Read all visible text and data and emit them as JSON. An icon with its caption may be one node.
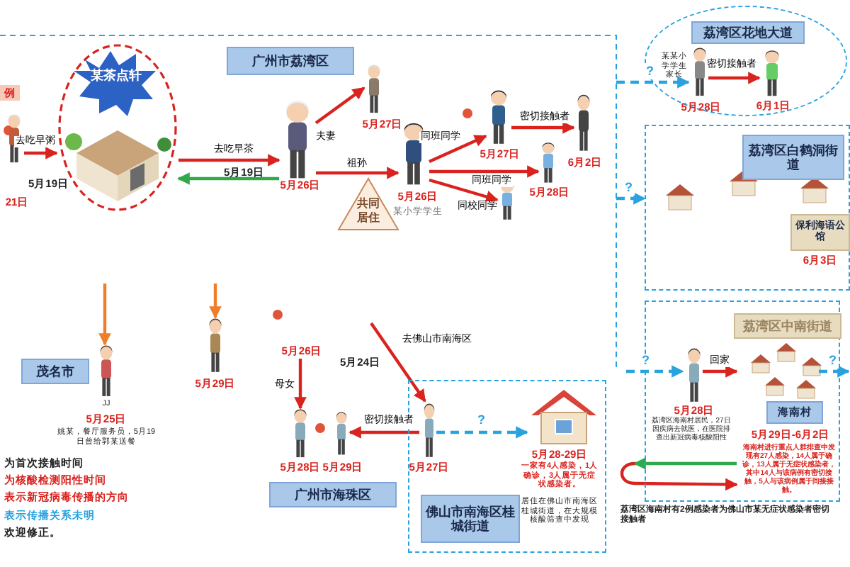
{
  "diagram": {
    "nodes": [
      {
        "text": [
          "广州市荔湾区"
        ]
      },
      {
        "text": [
          "某茶点轩"
        ]
      },
      {
        "text": [],
        "shape": "person",
        "beside": [
          "21日"
        ]
      },
      {
        "text": [],
        "shape": "person",
        "beside": [
          "5月26日"
        ]
      },
      {
        "text": [],
        "shape": "person",
        "beside": [
          "5月27日"
        ]
      },
      {
        "text": [],
        "shape": "person",
        "beside": [
          "5月26日",
          "某小学学生"
        ]
      },
      {
        "text": [],
        "shape": "person",
        "beside": [
          "5月27日"
        ]
      },
      {
        "text": [],
        "shape": "person",
        "beside": [
          "6月2日"
        ]
      },
      {
        "text": [],
        "shape": "person",
        "beside": [
          "5月28日"
        ]
      },
      {
        "text": [],
        "shape": "person"
      },
      {
        "text": [
          "共同居住"
        ]
      },
      {
        "text": [],
        "shape": "ellipse"
      },
      {
        "text": [],
        "shape": "person",
        "in": 11,
        "beside": [
          "某某小学学生家长",
          "5月28日"
        ]
      },
      {
        "text": [],
        "shape": "person",
        "in": 11,
        "beside": [
          "6月1日"
        ]
      },
      {
        "text": [
          "荔湾区白鹤洞街道"
        ]
      },
      {
        "text": [
          "保利海语公馆"
        ],
        "in": 14,
        "beside": [
          "6月3日"
        ]
      },
      {
        "text": [
          "荔湾区中南街道"
        ]
      },
      {
        "text": [],
        "shape": "person",
        "in": 16,
        "beside": [
          "5月28日",
          "荔湾区海南村居民，27日因疾病去就医，在医院排查出新冠病毒核酸阳性"
        ]
      },
      {
        "text": [
          "海南村"
        ],
        "in": 16,
        "beside": [
          "5月29日-6月2日",
          "海南村进行重点人群排查中发现有27人感染，14人属于确诊，13人属于无症状感染者，其中14人与该病例有密切接触，5人与该病例属于间接接触。"
        ]
      },
      {
        "text": [
          "茂名市"
        ]
      },
      {
        "text": [],
        "shape": "person",
        "beside": [
          "JJ",
          "5月25日",
          "姚某，餐厅服务员，5月19日曾给郭某送餐"
        ]
      },
      {
        "text": [],
        "shape": "person",
        "beside": [
          "5月29日"
        ]
      },
      {
        "text": [
          "广州市海珠区"
        ]
      },
      {
        "text": [],
        "shape": "person",
        "beside": [
          "5月28日"
        ]
      },
      {
        "text": [],
        "shape": "person",
        "beside": [
          "5月29日"
        ]
      },
      {
        "text": [
          "佛山市南海区桂城街道"
        ]
      },
      {
        "text": [],
        "shape": "person",
        "in": 25,
        "beside": [
          "5月27日"
        ]
      },
      {
        "text": [],
        "shape": "house",
        "in": 25,
        "beside": [
          "5月28-29日",
          "一家有4人感染，1人确诊，3人属于无症状感染者。",
          "居住在佛山市南海区桂城街道，在大规模核酸筛查中发现"
        ]
      },
      {
        "text": [
          "5月26日"
        ]
      },
      {
        "text": [
          "荔湾区花地大道"
        ],
        "in": 11
      }
    ],
    "edges": [
      {
        "from": 2,
        "to": 1,
        "arrow": "to",
        "label": "去吃早粥"
      },
      {
        "from": 1,
        "to": 3,
        "arrow": "to",
        "label": "去吃早茶"
      },
      {
        "from": 3,
        "to": 1,
        "arrow": "to",
        "color": "#2eaa4a"
      },
      {
        "from": 3,
        "to": 4,
        "arrow": "to",
        "label": "夫妻"
      },
      {
        "from": 3,
        "to": 5,
        "arrow": "to",
        "label": "祖孙"
      },
      {
        "from": 5,
        "to": 6,
        "arrow": "to",
        "label": "同班同学"
      },
      {
        "from": 5,
        "to": 8,
        "arrow": "to",
        "label": "同班同学"
      },
      {
        "from": 5,
        "to": 9,
        "arrow": "to",
        "label": "同校同学"
      },
      {
        "from": 6,
        "to": 7,
        "arrow": "to",
        "label": "密切接触者"
      },
      {
        "from": null,
        "to": 12,
        "arrow": "to",
        "label": "?",
        "style": "dashed",
        "color": "#29a3e0"
      },
      {
        "from": 12,
        "to": 13,
        "arrow": "to",
        "label": "密切接触者"
      },
      {
        "from": null,
        "to": 14,
        "arrow": "to",
        "label": "?",
        "style": "dashed",
        "color": "#29a3e0"
      },
      {
        "from": null,
        "to": 17,
        "arrow": "to",
        "label": "?",
        "style": "dashed",
        "color": "#29a3e0"
      },
      {
        "from": 17,
        "to": 18,
        "arrow": "to",
        "label": "回家"
      },
      {
        "from": 18,
        "to": null,
        "arrow": "to",
        "label": "?",
        "style": "dashed",
        "color": "#29a3e0"
      },
      {
        "from": null,
        "to": 20,
        "arrow": "to",
        "color": "#f07d2a"
      },
      {
        "from": null,
        "to": 21,
        "arrow": "to",
        "color": "#f07d2a"
      },
      {
        "from": 28,
        "to": 23,
        "arrow": "to",
        "label": "母女"
      },
      {
        "from": null,
        "to": 26,
        "arrow": "to",
        "label": "去佛山市南海区"
      },
      {
        "from": 26,
        "to": 24,
        "arrow": "to",
        "label": "密切接触者"
      },
      {
        "from": 26,
        "to": 27,
        "arrow": "to",
        "label": "?",
        "style": "dashed",
        "color": "#29a3e0"
      },
      {
        "from": 18,
        "to": null,
        "arrow": "to",
        "color": "#2eaa4a"
      },
      {
        "from": null,
        "to": 18,
        "arrow": "to"
      }
    ],
    "labels": [
      "例",
      "5月19日",
      "5月19日",
      "5月24日",
      "荔湾区海南村有2例感染者为佛山市某无症状感染者密切接触者",
      "为首次接触时间",
      "为核酸检测阳性时间",
      "表示新冠病毒传播的方向",
      "表示传播关系未明",
      "欢迎修正。"
    ]
  }
}
